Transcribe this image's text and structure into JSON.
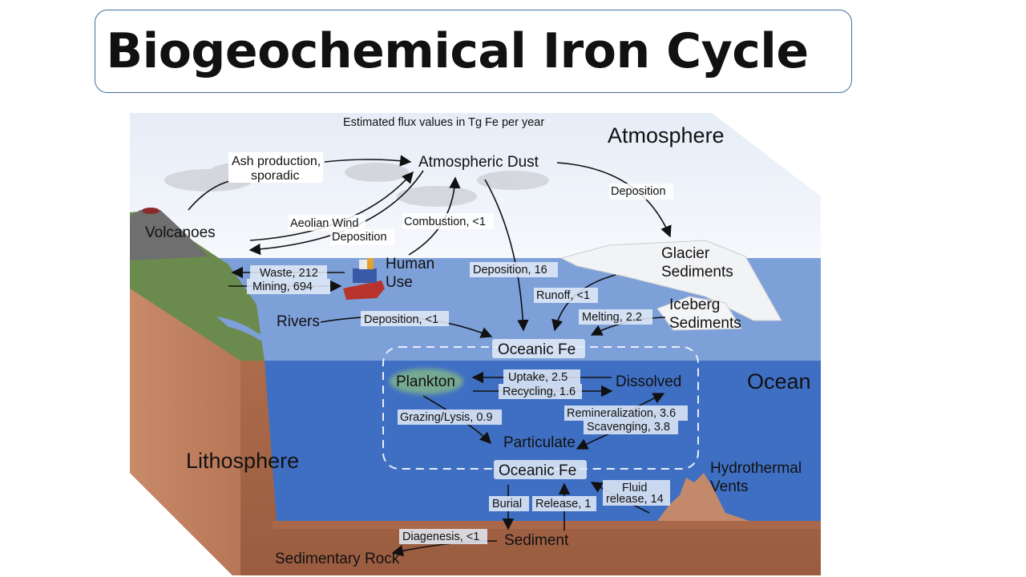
{
  "title": "Biogeochemical Iron Cycle",
  "subtitle": "Estimated flux values in Tg Fe per year",
  "regions": {
    "atmosphere": "Atmosphere",
    "ocean": "Ocean",
    "lithosphere": "Lithosphere"
  },
  "nodes": {
    "atmospheric_dust": "Atmospheric Dust",
    "volcanoes": "Volcanoes",
    "human_use_1": "Human",
    "human_use_2": "Use",
    "glacier_1": "Glacier",
    "glacier_2": "Sediments",
    "iceberg_1": "Iceberg",
    "iceberg_2": "Sediments",
    "rivers": "Rivers",
    "oceanic_fe_top": "Oceanic Fe",
    "plankton": "Plankton",
    "dissolved": "Dissolved",
    "particulate": "Particulate",
    "oceanic_fe_bottom": "Oceanic Fe",
    "hydrothermal_1": "Hydrothermal",
    "hydrothermal_2": "Vents",
    "sediment": "Sediment",
    "sedimentary_rock": "Sedimentary Rock"
  },
  "fluxes": {
    "ash_1": "Ash production,",
    "ash_2": "sporadic",
    "aeolian": "Aeolian Wind",
    "aeolian_dep": "Deposition",
    "combustion": "Combustion, <1",
    "deposition_glacier": "Deposition",
    "waste": "Waste, 212",
    "mining": "Mining, 694",
    "deposition_16": "Deposition, 16",
    "runoff": "Runoff, <1",
    "melting": "Melting, 2.2",
    "deposition_rivers": "Deposition, <1",
    "uptake": "Uptake, 2.5",
    "recycling": "Recycling, 1.6",
    "grazing": "Grazing/Lysis, 0.9",
    "remineralization": "Remineralization, 3.6",
    "scavenging": "Scavenging, 3.8",
    "fluid_1": "Fluid",
    "fluid_2": "release, 14",
    "burial": "Burial",
    "release": "Release, 1",
    "diagenesis": "Diagenesis, <1"
  },
  "colors": {
    "sky": "#eef3fa",
    "ocean_upper": "#7ea0d9",
    "ocean_lower": "#3f6fc3",
    "land": "#a9684a",
    "title_border": "#41719c"
  }
}
